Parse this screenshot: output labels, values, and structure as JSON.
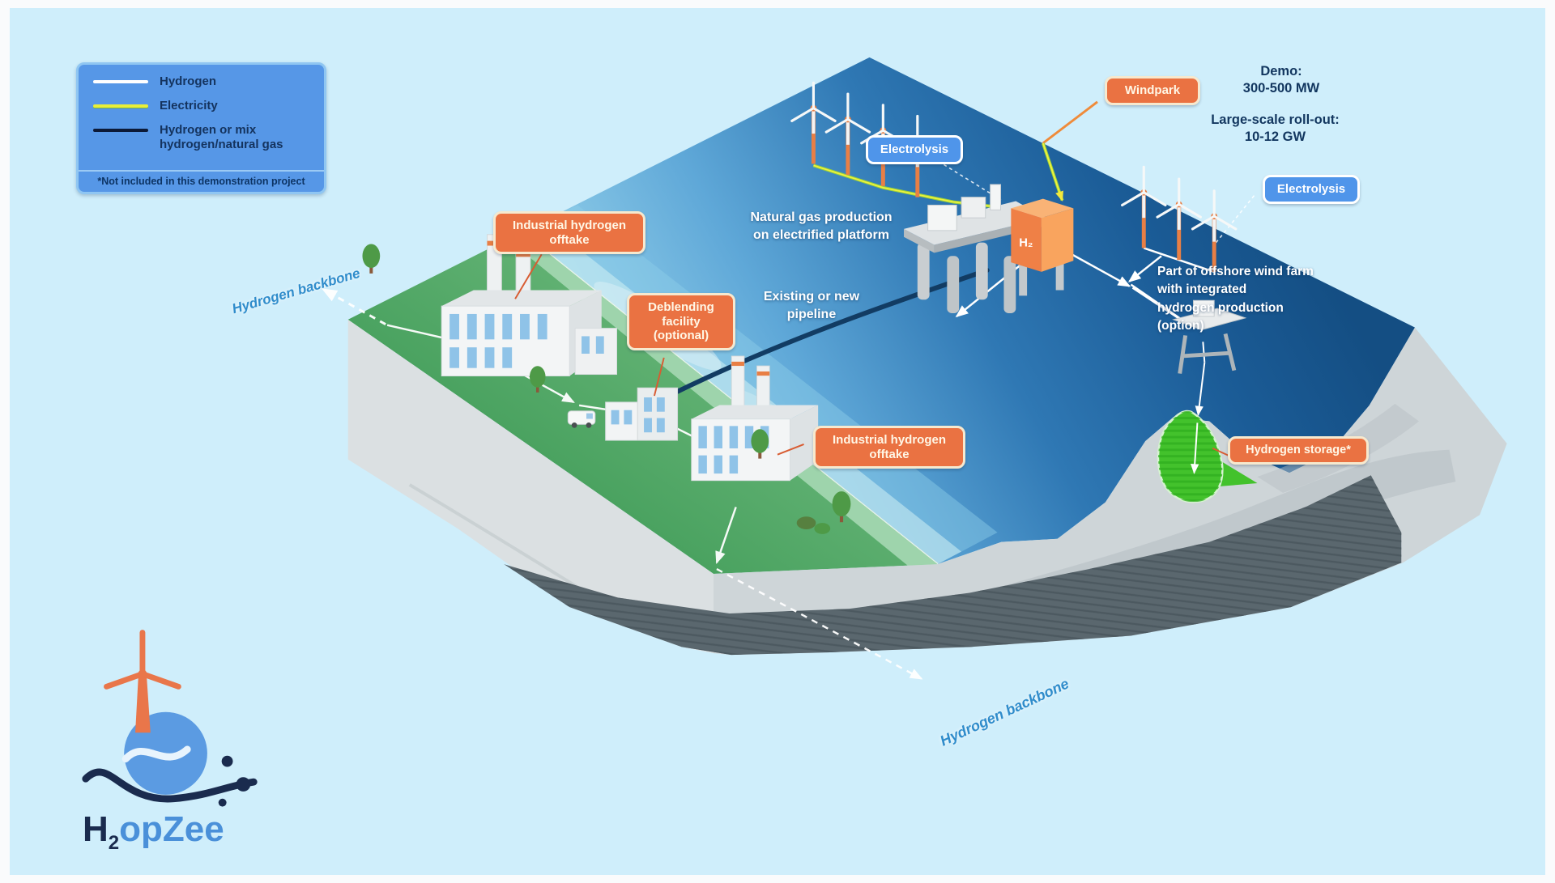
{
  "legend": {
    "items": [
      {
        "label": "Hydrogen",
        "swatch_color": "#ffffff"
      },
      {
        "label": "Electricity",
        "swatch_color": "#e8ef3a"
      },
      {
        "lines": [
          "Hydrogen or mix",
          "hydrogen/natural gas"
        ],
        "swatch_color": "#0c1a38"
      }
    ],
    "note": "*Not included in this demonstration project"
  },
  "tags": {
    "windpark": "Windpark",
    "electrolysis_left": "Electrolysis",
    "electrolysis_right": "Electrolysis",
    "industrial_offtake_1": "Industrial hydrogen offtake",
    "industrial_offtake_2": "Industrial hydrogen offtake",
    "deblending": "Deblending facility (optional)",
    "storage": "Hydrogen storage*"
  },
  "annotations": {
    "demo": {
      "lines": [
        "Demo:",
        "300-500 MW"
      ]
    },
    "rollout": {
      "lines": [
        "Large-scale roll-out:",
        "10-12 GW"
      ]
    },
    "natural_gas": {
      "lines": [
        "Natural gas production",
        "on electrified platform"
      ]
    },
    "pipeline": {
      "lines": [
        "Existing or new",
        "pipeline"
      ]
    },
    "offshore_wind": {
      "lines": [
        "Part of offshore wind farm",
        "with integrated",
        "hydrogen production",
        "(option)"
      ]
    }
  },
  "backbone": {
    "left": "Hydrogen backbone",
    "right": "Hydrogen backbone"
  },
  "platform_mark": "H₂",
  "logo": {
    "h": "H",
    "sub": "2",
    "rest": "opZee"
  },
  "colors": {
    "background": "#cfeefb",
    "label_orange": "#ea7242",
    "label_blue": "#4f95ea",
    "text_navy": "#12365f",
    "backbone_blue": "#2f8ccb",
    "electricity_yellow": "#e8ef3a",
    "sea_deep": "#144e83",
    "land_green": "#3f9b57",
    "storage_green": "#43c22c",
    "pipeline_navy": "#123c63"
  }
}
